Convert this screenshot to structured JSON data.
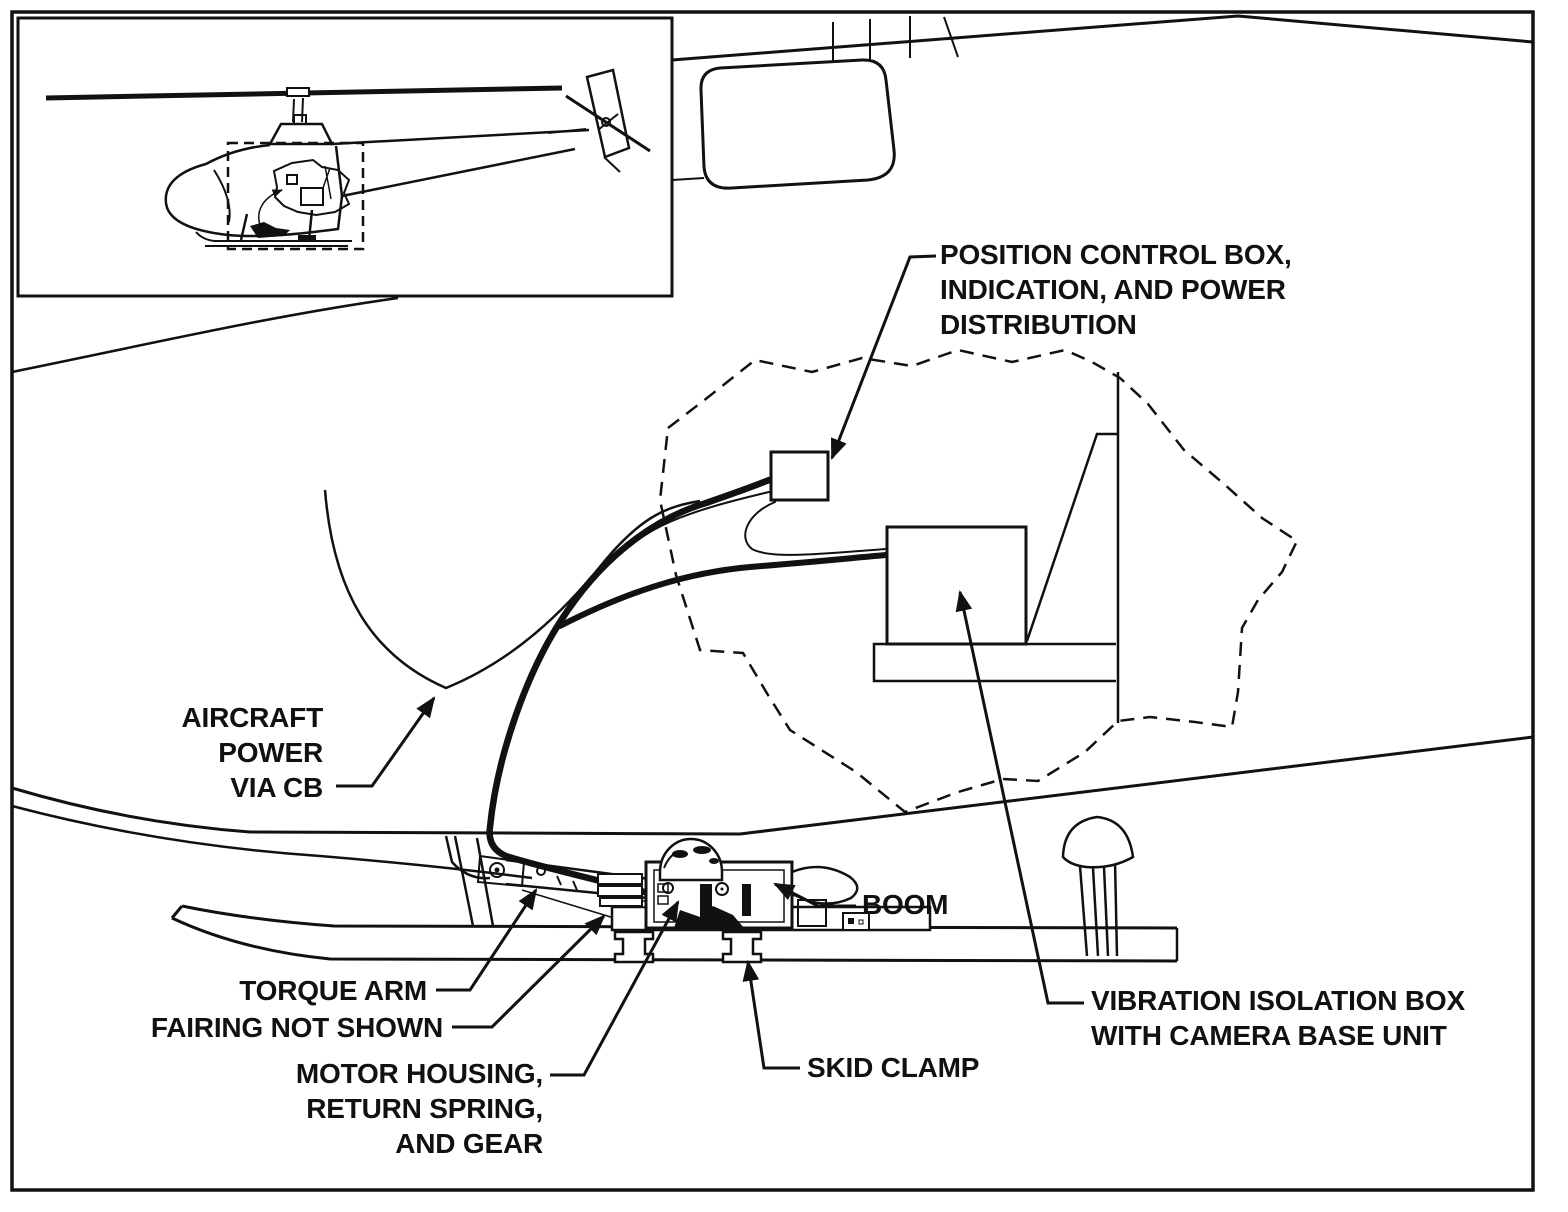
{
  "diagram": {
    "description": "Helicopter camera mount installation diagram",
    "colors": {
      "line": "#111111",
      "background": "#ffffff"
    },
    "labels": {
      "position_control": "POSITION CONTROL BOX,\nINDICATION, AND POWER\nDISTRIBUTION",
      "aircraft_power": "AIRCRAFT\nPOWER\nVIA CB",
      "torque_arm": "TORQUE ARM",
      "fairing": "FAIRING NOT SHOWN",
      "motor_housing": "MOTOR HOUSING,\nRETURN SPRING,\nAND GEAR",
      "skid_clamp": "SKID CLAMP",
      "boom": "BOOM",
      "vibration": "VIBRATION ISOLATION BOX\nWITH CAMERA BASE UNIT"
    }
  }
}
